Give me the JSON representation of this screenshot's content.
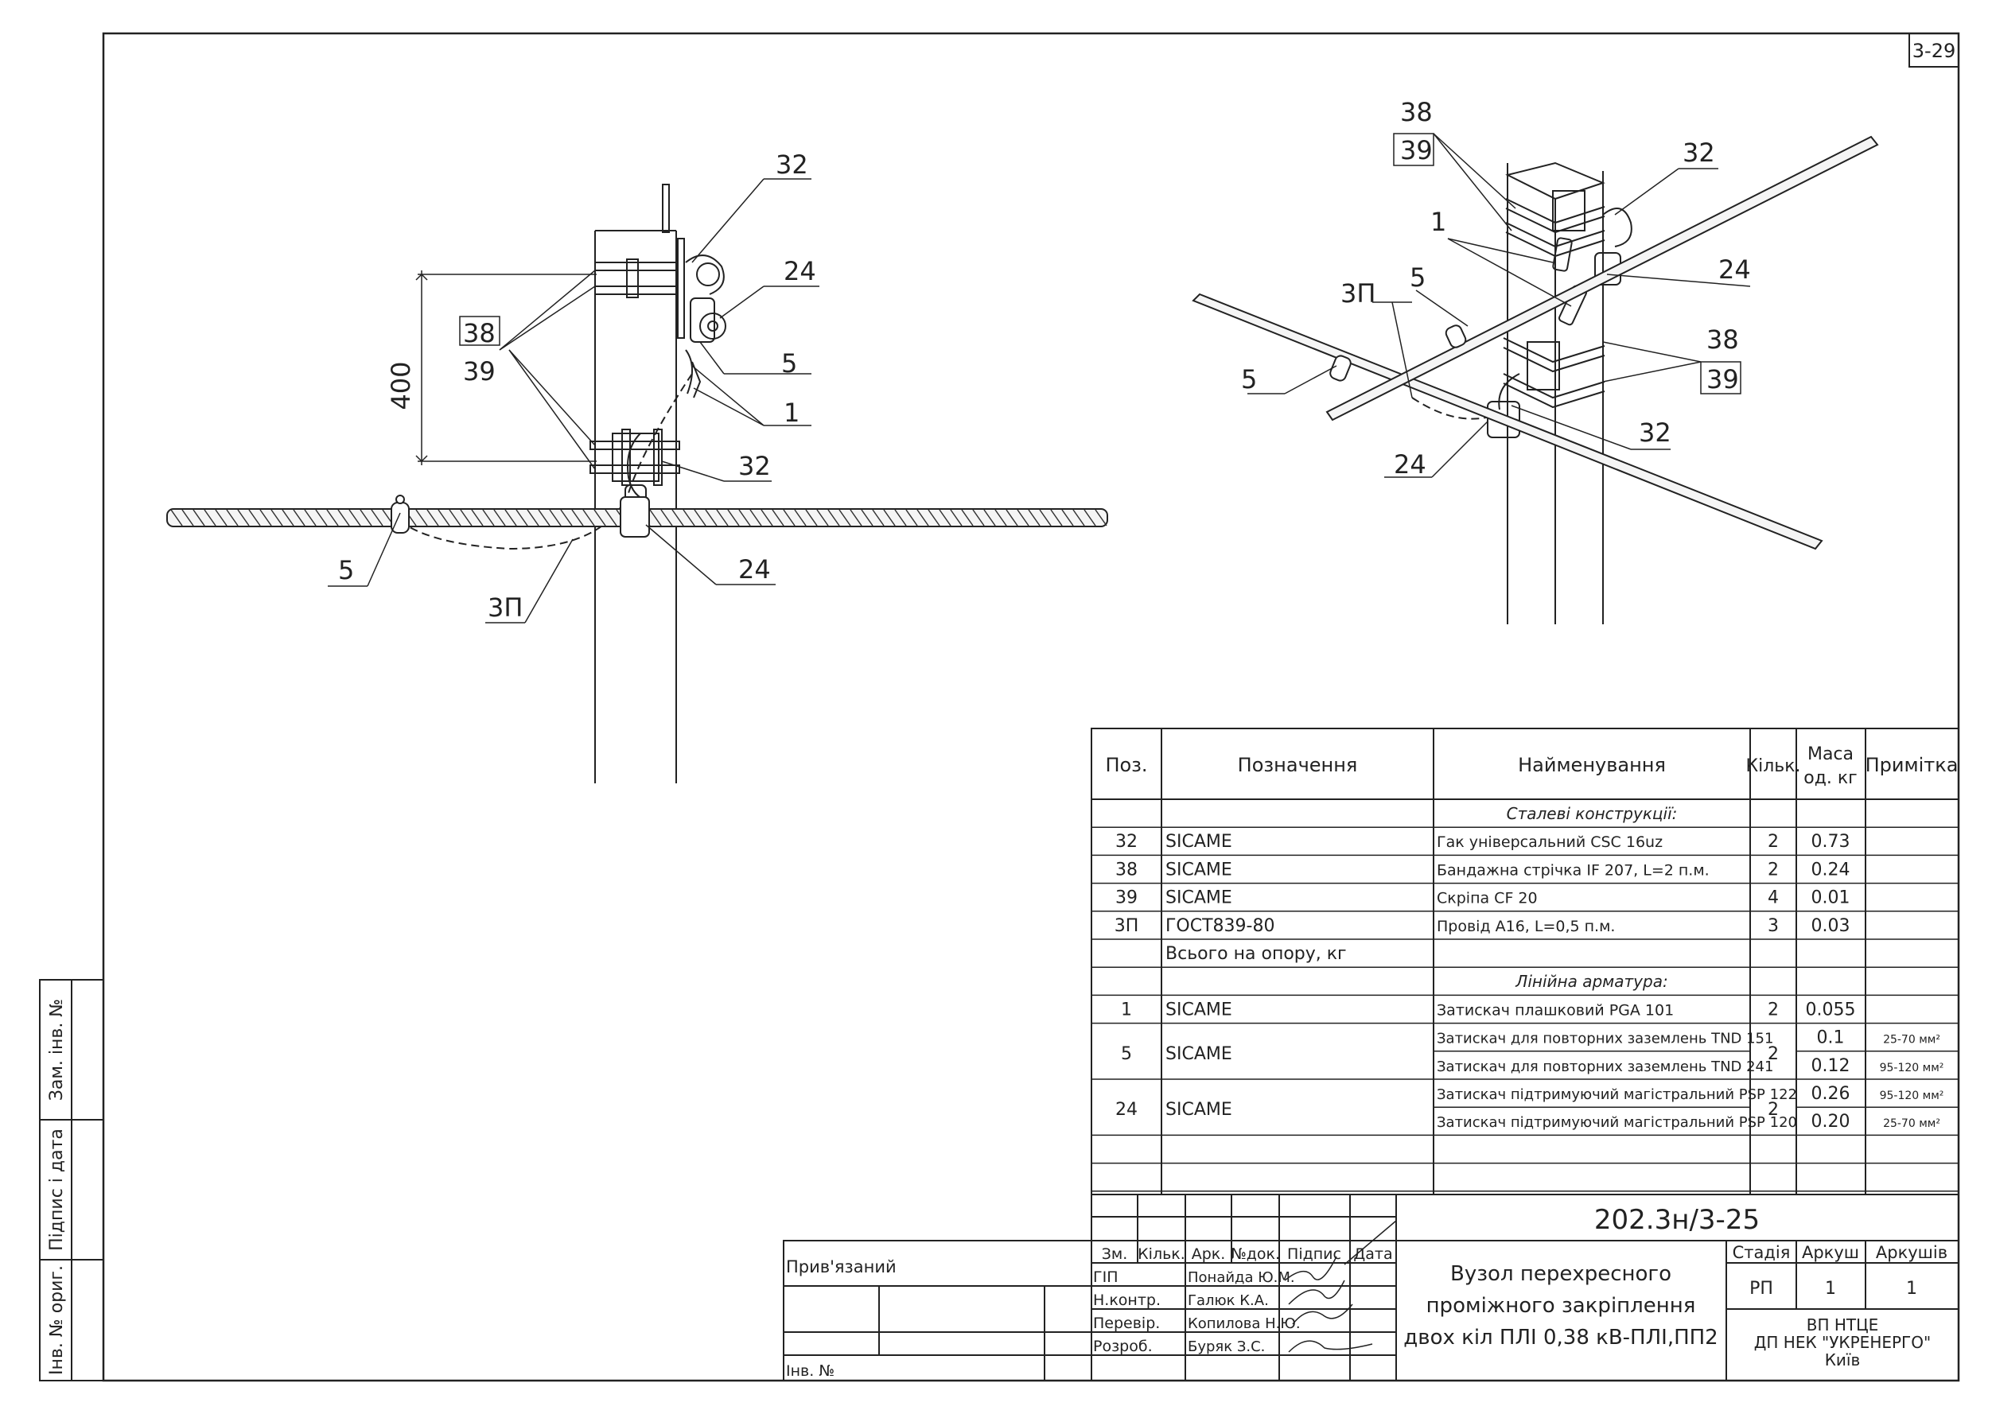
{
  "sheet_code": "3-29",
  "side_labels": [
    "Зам. інв. №",
    "Підпис і дата",
    "Інв. № ориг."
  ],
  "left_view": {
    "dimension": "400",
    "callouts": [
      "32",
      "24",
      "38",
      "39",
      "5",
      "1",
      "32",
      "5",
      "24",
      "3П"
    ]
  },
  "right_view": {
    "callouts": [
      "38",
      "39",
      "32",
      "1",
      "5",
      "3П",
      "24",
      "38",
      "39",
      "5",
      "32",
      "24"
    ]
  },
  "spec_table": {
    "headers": [
      "Поз.",
      "Позначення",
      "Найменування",
      "Кільк.",
      "Маса\nод. кг",
      "Примітка"
    ],
    "section1": "Сталеві конструкції:",
    "rows1": [
      {
        "pos": "32",
        "mark": "SICAME",
        "name": "Гак універсальний CSC 16uz",
        "qty": "2",
        "mass": "0.73",
        "note": ""
      },
      {
        "pos": "38",
        "mark": "SICAME",
        "name": "Бандажна стрічка IF 207, L=2 п.м.",
        "qty": "2",
        "mass": "0.24",
        "note": ""
      },
      {
        "pos": "39",
        "mark": "SICAME",
        "name": "Скріпа CF 20",
        "qty": "4",
        "mass": "0.01",
        "note": ""
      },
      {
        "pos": "3П",
        "mark": "ГОСТ839-80",
        "name": "Провід А16, L=0,5 п.м.",
        "qty": "3",
        "mass": "0.03",
        "note": ""
      }
    ],
    "total": "Всього на опору, кг",
    "section2": "Лінійна арматура:",
    "rows2": [
      {
        "pos": "1",
        "mark": "SICAME",
        "name": "Затискач плашковий PGA 101",
        "qty": "2",
        "mass": "0.055",
        "note": ""
      }
    ],
    "group5": {
      "pos": "5",
      "mark": "SICAME",
      "qty": "2",
      "lines": [
        {
          "name": "Затискач для повторних заземлень TND 151",
          "mass": "0.1",
          "note": "25-70 мм²"
        },
        {
          "name": "Затискач для повторних заземлень TND 241",
          "mass": "0.12",
          "note": "95-120 мм²"
        }
      ]
    },
    "group24": {
      "pos": "24",
      "mark": "SICAME",
      "qty": "2",
      "lines": [
        {
          "name": "Затискач підтримуючий магістральний PSP 122",
          "mass": "0.26",
          "note": "95-120 мм²"
        },
        {
          "name": "Затискач підтримуючий магістральний PSP 120",
          "mass": "0.20",
          "note": "25-70 мм²"
        }
      ]
    }
  },
  "title_block": {
    "doc_code": "202.3н/3-25",
    "col_headers": [
      "Зм.",
      "Кільк.",
      "Арк.",
      "№док.",
      "Підпис",
      "Дата"
    ],
    "roles": [
      {
        "role": "ГІП",
        "name": "Понайда Ю.М."
      },
      {
        "role": "Н.контр.",
        "name": "Галюк К.А."
      },
      {
        "role": "Перевір.",
        "name": "Копилова Н.Ю."
      },
      {
        "role": "Розроб.",
        "name": "Буряк З.С."
      }
    ],
    "title_lines": [
      "Вузол перехресного",
      "проміжного закріплення",
      "двох кіл ПЛІ 0,38 кВ-ПЛІ,ПП2"
    ],
    "stage_header": "Стадія",
    "sheet_header": "Аркуш",
    "sheets_header": "Аркушів",
    "stage": "РП",
    "sheet": "1",
    "sheets": "1",
    "org_lines": [
      "ВП НТЦЕ",
      "ДП НЕК \"УКРЕНЕРГО\"",
      "Київ"
    ],
    "linked": "Прив'язаний",
    "inv": "Інв. №"
  }
}
